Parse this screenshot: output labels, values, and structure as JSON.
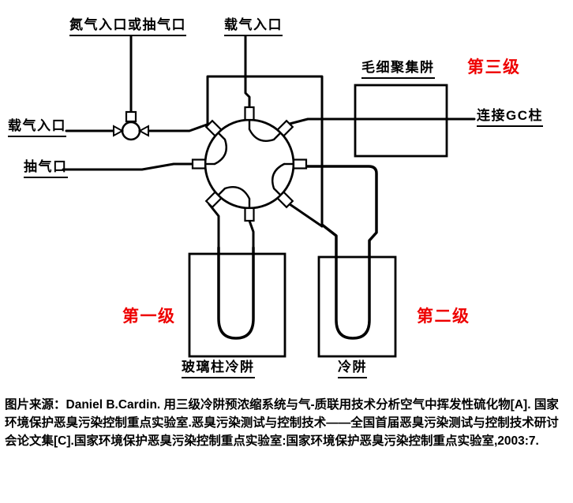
{
  "diagram": {
    "labels": {
      "nitrogen_inlet": "氮气入口或抽气口",
      "carrier_inlet_top": "载气入口",
      "carrier_inlet_left": "载气入口",
      "pump_outlet": "抽气口",
      "capillary_trap": "毛细聚集阱",
      "stage_three": "第三级",
      "gc_column": "连接GC柱",
      "stage_one": "第一级",
      "stage_two": "第二级",
      "glass_column_trap": "玻璃柱冷阱",
      "cold_trap": "冷阱"
    },
    "stage_label_color": "#ee0000",
    "line_color": "#000000",
    "background_color": "#ffffff"
  },
  "caption": {
    "text": "图片来源：Daniel B.Cardin. 用三级冷阱预浓缩系统与气-质联用技术分析空气中挥发性硫化物[A]. 国家环境保护恶臭污染控制重点实验室.恶臭污染测试与控制技术——全国首届恶臭污染测试与控制技术研讨会论文集[C].国家环境保护恶臭污染控制重点实验室:国家环境保护恶臭污染控制重点实验室,2003:7."
  }
}
